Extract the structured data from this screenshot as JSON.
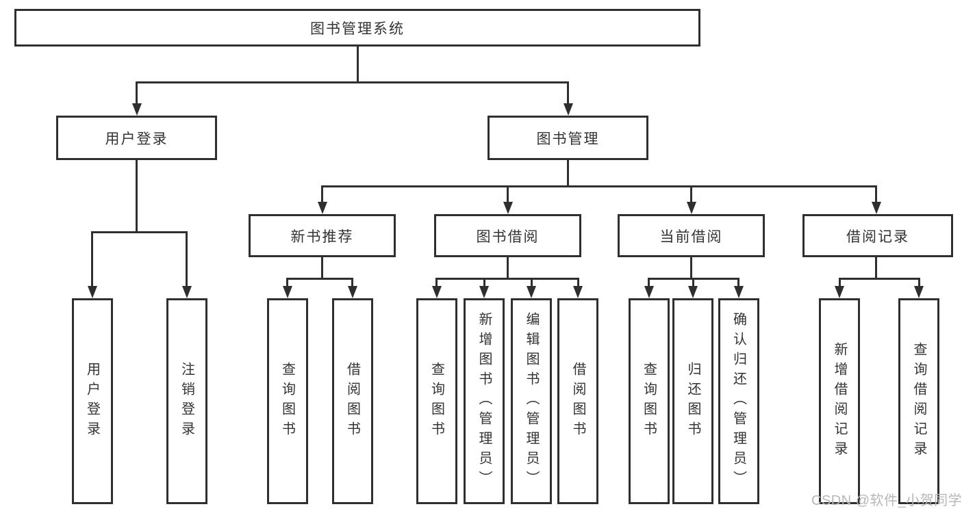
{
  "root": {
    "label": "图书管理系统"
  },
  "user_login": {
    "label": "用户登录",
    "children": [
      {
        "label": "用户登录"
      },
      {
        "label": "注销登录"
      }
    ]
  },
  "book_mgmt": {
    "label": "图书管理",
    "sections": [
      {
        "label": "新书推荐",
        "children": [
          {
            "label": "查询图书"
          },
          {
            "label": "借阅图书"
          }
        ]
      },
      {
        "label": "图书借阅",
        "children": [
          {
            "label": "查询图书"
          },
          {
            "label": "新增图书（管理员）"
          },
          {
            "label": "编辑图书（管理员）"
          },
          {
            "label": "借阅图书"
          }
        ]
      },
      {
        "label": "当前借阅",
        "children": [
          {
            "label": "查询图书"
          },
          {
            "label": "归还图书"
          },
          {
            "label": "确认归还（管理员）"
          }
        ]
      },
      {
        "label": "借阅记录",
        "children": [
          {
            "label": "新增借阅记录"
          },
          {
            "label": "查询借阅记录"
          }
        ]
      }
    ]
  },
  "watermark": {
    "text": "CSDN @软件_小贺同学"
  },
  "colors": {
    "line": "#2f2f2f",
    "text": "#333333",
    "watermark": "#b7b7b7",
    "background": "#ffffff"
  }
}
